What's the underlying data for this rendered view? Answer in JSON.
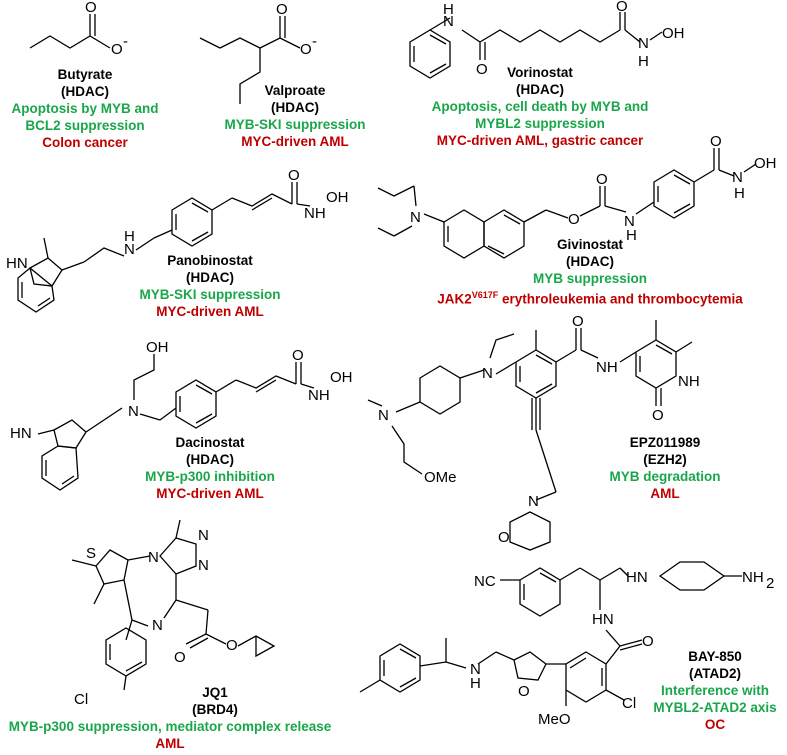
{
  "compounds": [
    {
      "name": "Butyrate",
      "target": "(HDAC)",
      "effect_lines": [
        "Apoptosis by MYB and",
        "BCL2 suppression"
      ],
      "disease": "Colon cancer"
    },
    {
      "name": "Valproate",
      "target": "(HDAC)",
      "effect_lines": [
        "MYB-SKI suppression"
      ],
      "disease": "MYC-driven AML"
    },
    {
      "name": "Vorinostat",
      "target": "(HDAC)",
      "effect_lines": [
        "Apoptosis, cell death by MYB and",
        "MYBL2 suppression"
      ],
      "disease": "MYC-driven AML, gastric cancer"
    },
    {
      "name": "Panobinostat",
      "target": "(HDAC)",
      "effect_lines": [
        "MYB-SKI suppression"
      ],
      "disease": "MYC-driven AML"
    },
    {
      "name": "Givinostat",
      "target": "(HDAC)",
      "effect_lines": [
        "MYB suppression"
      ],
      "disease_prefix": "JAK2",
      "disease_sup": "V617F",
      "disease_suffix": " erythroleukemia and thrombocytemia"
    },
    {
      "name": "Dacinostat",
      "target": "(HDAC)",
      "effect_lines": [
        "MYB-p300 inhibition"
      ],
      "disease": "MYC-driven AML"
    },
    {
      "name": "EPZ011989",
      "target": "(EZH2)",
      "effect_lines": [
        "MYB degradation"
      ],
      "disease": "AML"
    },
    {
      "name": "JQ1",
      "target": "(BRD4)",
      "effect_lines": [
        "MYB-p300 suppression, mediator complex release"
      ],
      "disease": "AML"
    },
    {
      "name": "BAY-850",
      "target": "(ATAD2)",
      "effect_lines": [
        "Interference with",
        "MYBL2-ATAD2 axis"
      ],
      "disease": "OC"
    }
  ],
  "atoms": {
    "o_minus": "O",
    "minus": "-",
    "o": "O",
    "h": "H",
    "n": "N",
    "nh": "NH",
    "hn": "HN",
    "oh": "OH",
    "nho": "N-OH",
    "s": "S",
    "cl": "Cl",
    "ome": "OMe",
    "meo": "MeO",
    "nc": "NC",
    "nh2": "NH",
    "sub2": "2"
  }
}
